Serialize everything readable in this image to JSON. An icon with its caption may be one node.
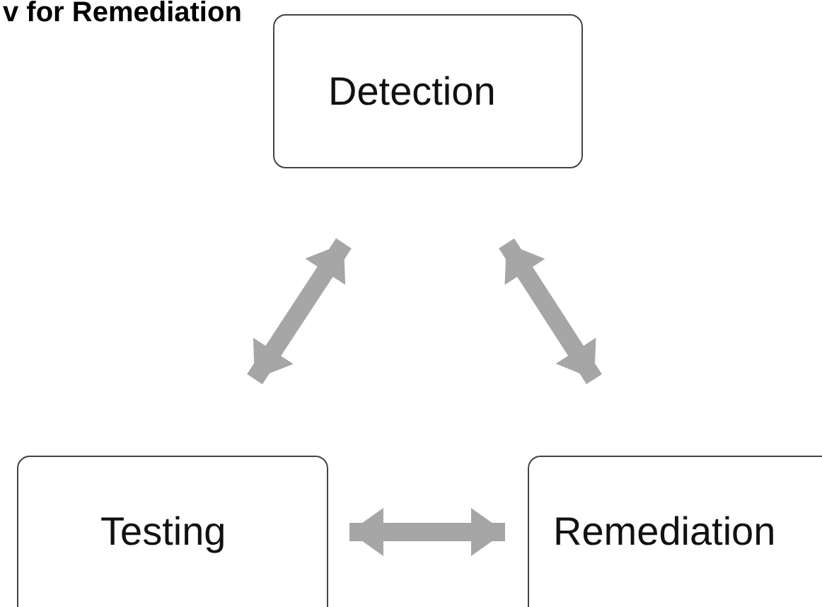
{
  "diagram": {
    "title": "v for Remediation",
    "nodes": [
      {
        "text": [
          "Detection"
        ]
      },
      {
        "text": [
          "Testing"
        ]
      },
      {
        "text": [
          "Remediation"
        ]
      }
    ],
    "edges": [
      {
        "from": 0,
        "to": 1,
        "arrow": "both"
      },
      {
        "from": 0,
        "to": 2,
        "arrow": "both"
      },
      {
        "from": 1,
        "to": 2,
        "arrow": "both"
      }
    ]
  }
}
